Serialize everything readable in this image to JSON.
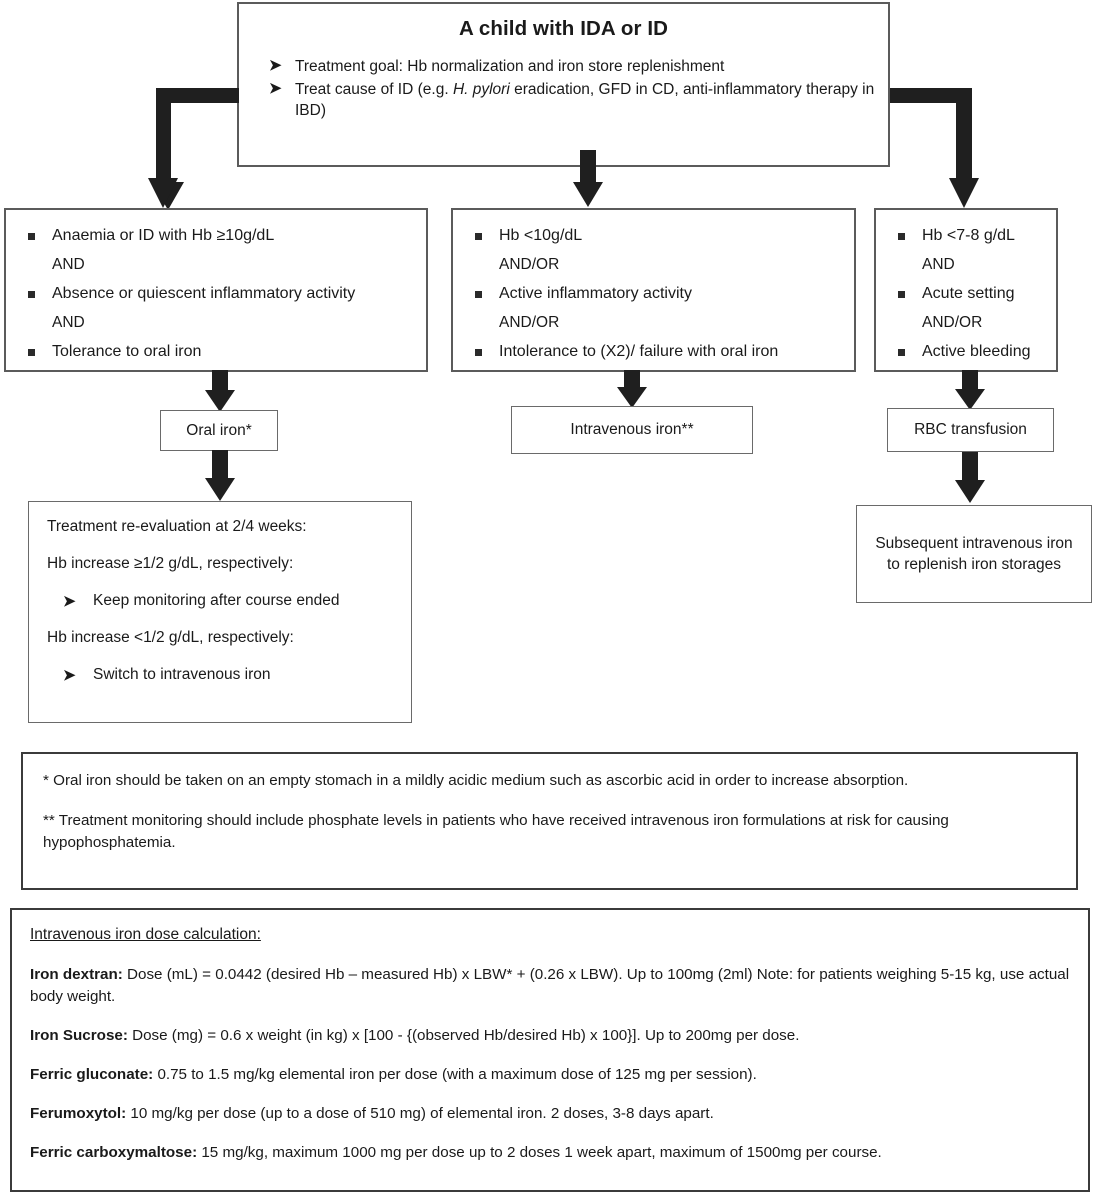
{
  "header": {
    "title": "A child with IDA or ID",
    "bullets": [
      {
        "icon": "arrow-right-icon",
        "text": "Treatment goal: Hb normalization and iron store replenishment"
      },
      {
        "icon": "arrow-right-icon",
        "pre": "Treat cause of ID (e.g. ",
        "italic": "H. pylori",
        "post": " eradication, GFD in CD, anti-inflammatory therapy in IBD)"
      }
    ]
  },
  "criteria": [
    {
      "id": "criteria-oral",
      "rows": [
        {
          "type": "bullet",
          "text": "Anaemia or ID with Hb ≥10g/dL"
        },
        {
          "type": "conj",
          "text": "AND"
        },
        {
          "type": "bullet",
          "text": "Absence or quiescent inflammatory activity"
        },
        {
          "type": "conj",
          "text": "AND"
        },
        {
          "type": "bullet",
          "text": "Tolerance to oral iron"
        }
      ]
    },
    {
      "id": "criteria-iv",
      "rows": [
        {
          "type": "bullet",
          "text": "Hb <10g/dL"
        },
        {
          "type": "conj",
          "text": "AND/OR"
        },
        {
          "type": "bullet",
          "text": "Active inflammatory activity"
        },
        {
          "type": "conj",
          "text": "AND/OR"
        },
        {
          "type": "bullet",
          "text": "Intolerance to (X2)/ failure with oral iron"
        }
      ]
    },
    {
      "id": "criteria-rbc",
      "rows": [
        {
          "type": "bullet",
          "text": "Hb <7-8 g/dL"
        },
        {
          "type": "conj",
          "text": "AND"
        },
        {
          "type": "bullet",
          "text": "Acute setting"
        },
        {
          "type": "conj",
          "text": "AND/OR"
        },
        {
          "type": "bullet",
          "text": "Active bleeding"
        }
      ]
    }
  ],
  "treatments": {
    "oral": "Oral iron*",
    "intravenous": "Intravenous iron**",
    "transfusion": "RBC transfusion"
  },
  "outcomes": {
    "reevaluation": {
      "line1": "Treatment re-evaluation at 2/4 weeks:",
      "line2": "Hb increase ≥1/2 g/dL, respectively:",
      "sub1": "Keep monitoring after course ended",
      "line3": "Hb increase <1/2 g/dL, respectively:",
      "sub2": "Switch to intravenous iron"
    },
    "subsequent": "Subsequent intravenous iron to replenish iron storages"
  },
  "notes": {
    "note1": "* Oral iron should be taken on an empty stomach in a mildly acidic medium such as ascorbic acid in order to increase absorption.",
    "note2": "** Treatment monitoring should include phosphate levels in patients who have received intravenous iron formulations at risk for causing hypophosphatemia."
  },
  "dose": {
    "title": "Intravenous iron dose calculation:",
    "items": [
      {
        "drug": "Iron dextran:",
        "text": " Dose (mL) = 0.0442 (desired Hb – measured Hb) x LBW* + (0.26 x LBW). Up to 100mg (2ml) Note: for patients weighing 5-15 kg, use actual body weight."
      },
      {
        "drug": "Iron Sucrose:",
        "text": " Dose (mg) = 0.6 x weight (in kg) x [100 - {(observed Hb/desired Hb) x 100}]. Up to 200mg per dose."
      },
      {
        "drug": "Ferric gluconate:",
        "text": " 0.75 to 1.5 mg/kg elemental iron per dose (with a maximum dose of 125 mg per session)."
      },
      {
        "drug": "Ferumoxytol:",
        "text": " 10 mg/kg per dose (up to a dose of 510 mg) of elemental iron. 2 doses, 3-8 days apart."
      },
      {
        "drug": "Ferric carboxymaltose:",
        "text": " 15 mg/kg, maximum 1000 mg per dose up to 2 doses 1 week apart, maximum of 1500mg per course."
      }
    ]
  },
  "colors": {
    "arrow": "#1f1f1f",
    "border": "#5b5b5b",
    "text": "#1a1a1a",
    "background": "#ffffff"
  }
}
